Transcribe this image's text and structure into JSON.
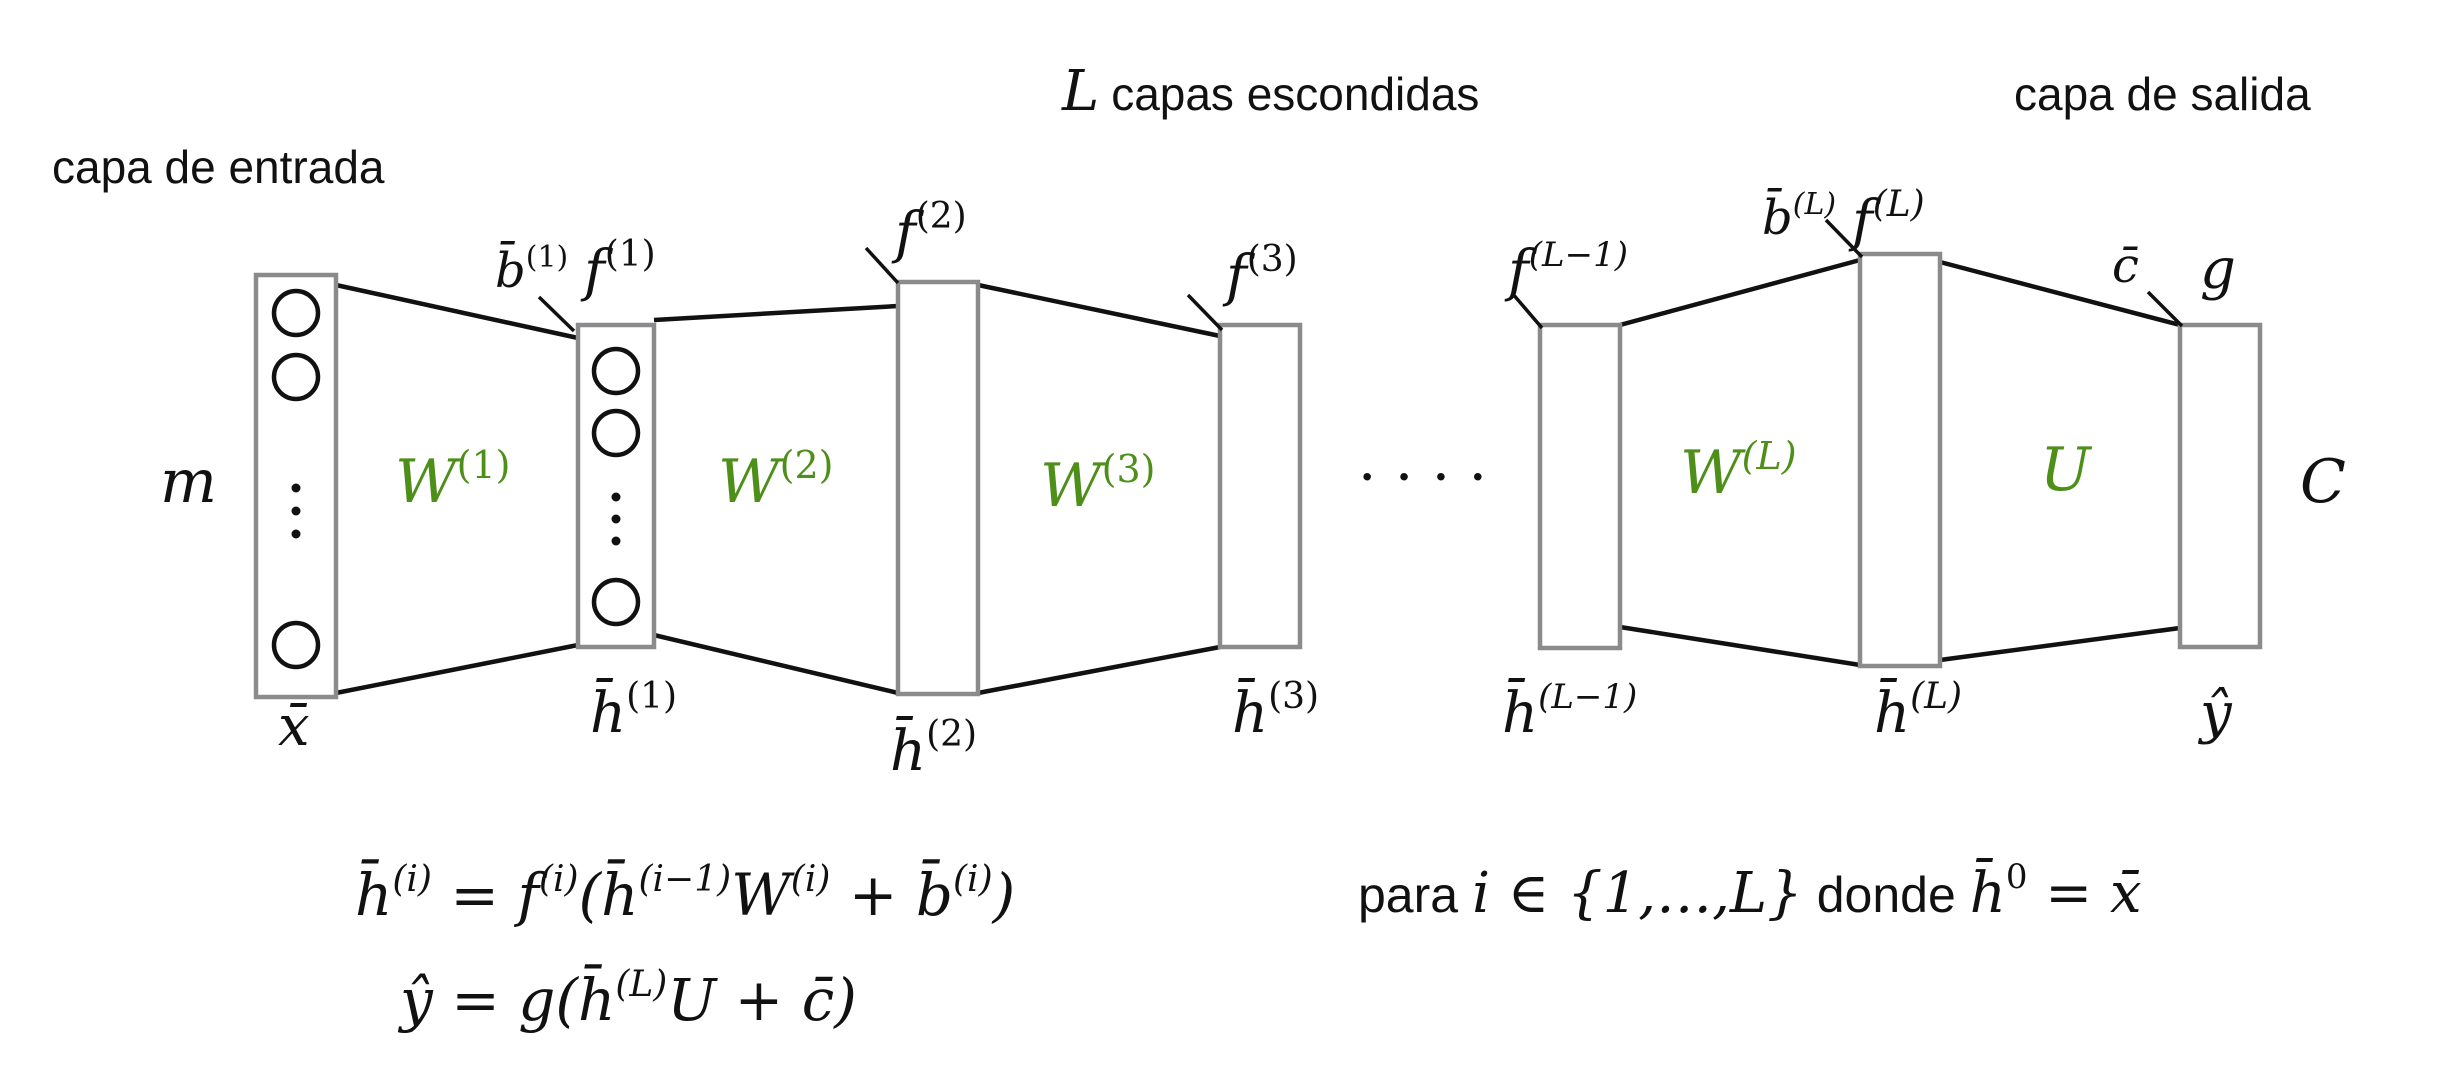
{
  "headings": {
    "input_layer": "capa de entrada",
    "hidden_prefix": "L",
    "hidden_layers": "capas escondidas",
    "output_layer": "capa de salida"
  },
  "labels": {
    "m": "m",
    "C": "C",
    "x": "x̄",
    "h1": "h̄",
    "h1_sup": "(1)",
    "h2": "h̄",
    "h2_sup": "(2)",
    "h3": "h̄",
    "h3_sup": "(3)",
    "hL1": "h̄",
    "hL1_sup": "(L−1)",
    "hL": "h̄",
    "hL_sup": "(L)",
    "y": "ŷ",
    "b1": "b̄",
    "b1_sup": "(1)",
    "f1": "f",
    "f1_sup": "(1)",
    "f2": "f",
    "f2_sup": "(2)",
    "f3": "f",
    "f3_sup": "(3)",
    "fL1": "f",
    "fL1_sup": "(L−1)",
    "bL": "b̄",
    "bL_sup": "(L)",
    "fL": "f",
    "fL_sup": "(L)",
    "c": "c̄",
    "g": "g",
    "ellipsis": "· · · ·"
  },
  "weights": {
    "w1": "W",
    "w1_sup": "(1)",
    "w2": "W",
    "w2_sup": "(2)",
    "w3": "W",
    "w3_sup": "(3)",
    "wL": "W",
    "wL_sup": "(L)",
    "u": "U"
  },
  "equations": {
    "eq1": {
      "h": "h̄",
      "h_sup": "(i)",
      "eq_f": " = f",
      "f_sup": "(i)",
      "open": "(h̄",
      "prev_sup": "(i−1)",
      "w": "W",
      "w_sup": "(i)",
      "plus_b": " + b̄",
      "b_sup": "(i)",
      "close": ")"
    },
    "eq2": {
      "lhs": "ŷ = g(h̄",
      "sup": "(L)",
      "rhs": "U + c̄)"
    },
    "cond": {
      "para": "para",
      "set": "i ∈ {1,…,L}",
      "donde": "donde",
      "h": "h̄",
      "h_sup": "0",
      "eq": " = x̄"
    }
  }
}
